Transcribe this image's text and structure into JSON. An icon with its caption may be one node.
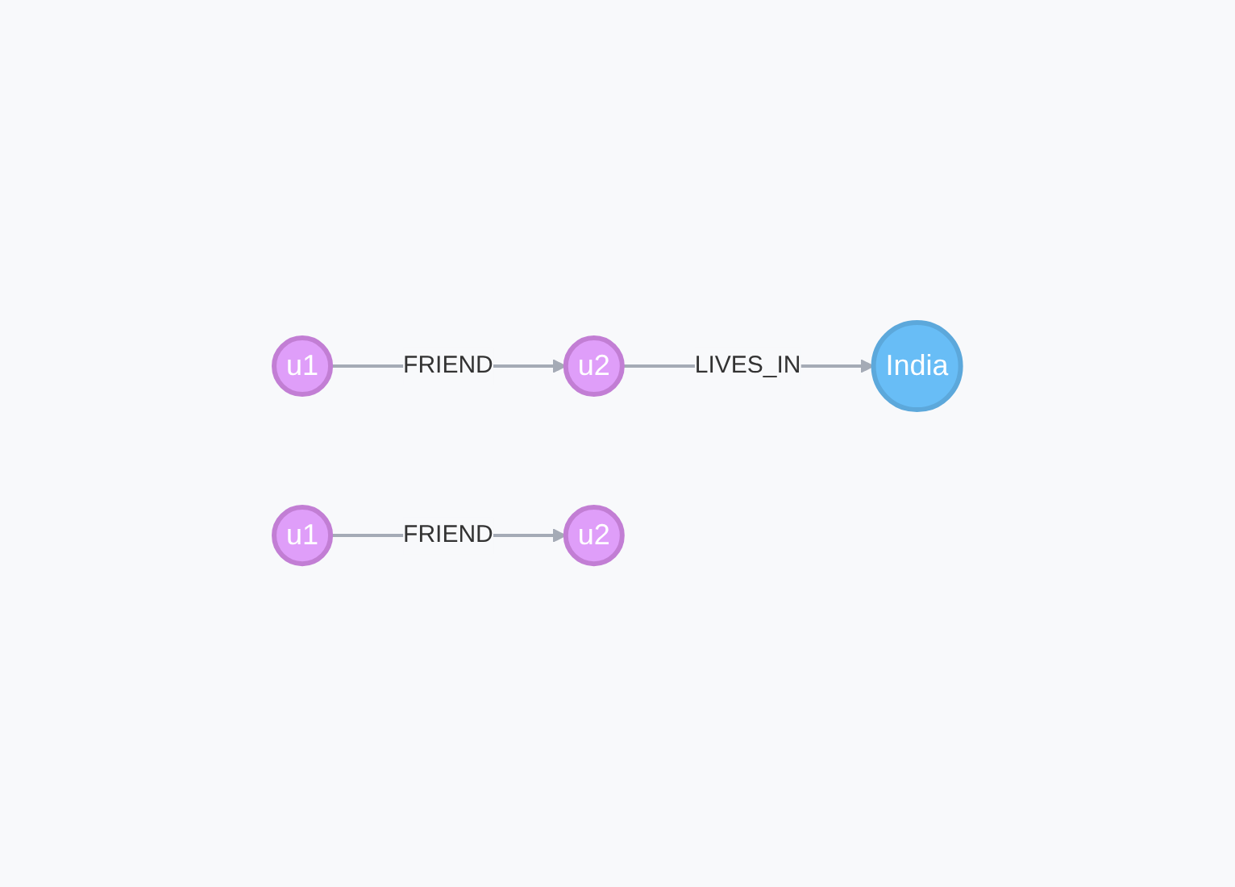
{
  "diagram": {
    "nodes": [
      {
        "text": [
          "India"
        ]
      },
      {
        "text": [
          "u1"
        ]
      },
      {
        "text": [
          "u2"
        ]
      },
      {
        "text": [
          "u1"
        ]
      },
      {
        "text": [
          "u2"
        ]
      }
    ],
    "edges": [
      {
        "from": 1,
        "to": 2,
        "arrow": "to",
        "label": "FRIEND"
      },
      {
        "from": 2,
        "to": 0,
        "arrow": "to",
        "label": "LIVES_IN"
      },
      {
        "from": 3,
        "to": 4,
        "arrow": "to",
        "label": "FRIEND"
      }
    ]
  }
}
